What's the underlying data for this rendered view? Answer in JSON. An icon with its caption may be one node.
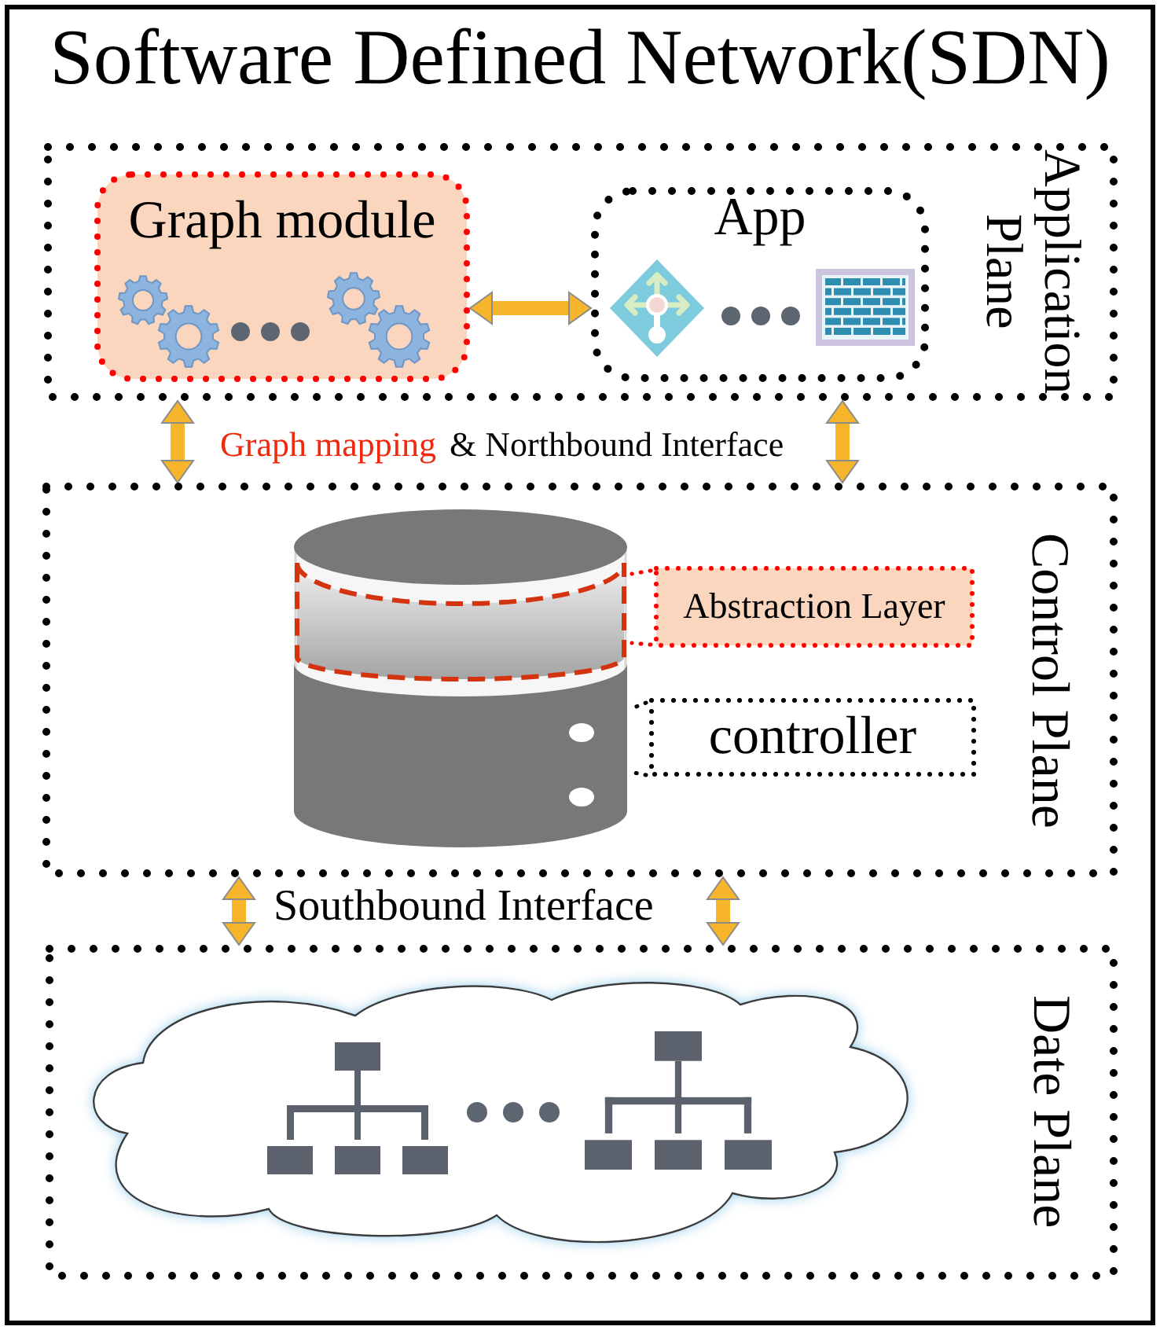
{
  "diagram": {
    "title": "Software Defined Network(SDN)",
    "nodes": [
      {
        "text": [
          "Application Plane"
        ]
      },
      {
        "text": [
          "Graph module"
        ],
        "in": 0
      },
      {
        "text": [
          "App"
        ],
        "in": 0
      },
      {
        "text": [
          "Control Plane"
        ]
      },
      {
        "text": [],
        "shape": "cylinder",
        "in": 3
      },
      {
        "text": [],
        "shape": "band",
        "in": 4
      },
      {
        "text": [
          "Abstraction Layer"
        ],
        "in": 3
      },
      {
        "text": [
          "controller"
        ],
        "in": 3
      },
      {
        "text": [
          "Date Plane"
        ]
      },
      {
        "text": [],
        "shape": "cloud",
        "in": 8
      }
    ],
    "edges": [
      {
        "from": 1,
        "to": 2,
        "arrow": "both"
      },
      {
        "from": 0,
        "to": 3,
        "arrow": "both"
      },
      {
        "from": 0,
        "to": 3,
        "arrow": "both"
      },
      {
        "from": 3,
        "to": 8,
        "arrow": "both"
      },
      {
        "from": 3,
        "to": 8,
        "arrow": "both"
      },
      {
        "from": 6,
        "to": 5,
        "arrow": "none",
        "style": "dashed",
        "color": "#ff0000"
      },
      {
        "from": 6,
        "to": 5,
        "arrow": "none",
        "style": "dashed",
        "color": "#ff0000"
      },
      {
        "from": 7,
        "to": 4,
        "arrow": "none",
        "style": "dashed",
        "color": "#000000"
      },
      {
        "from": 7,
        "to": 4,
        "arrow": "none",
        "style": "dashed",
        "color": "#000000"
      }
    ],
    "labels": [
      "Graph mapping",
      "& Northbound Interface",
      "Southbound Interface"
    ]
  }
}
